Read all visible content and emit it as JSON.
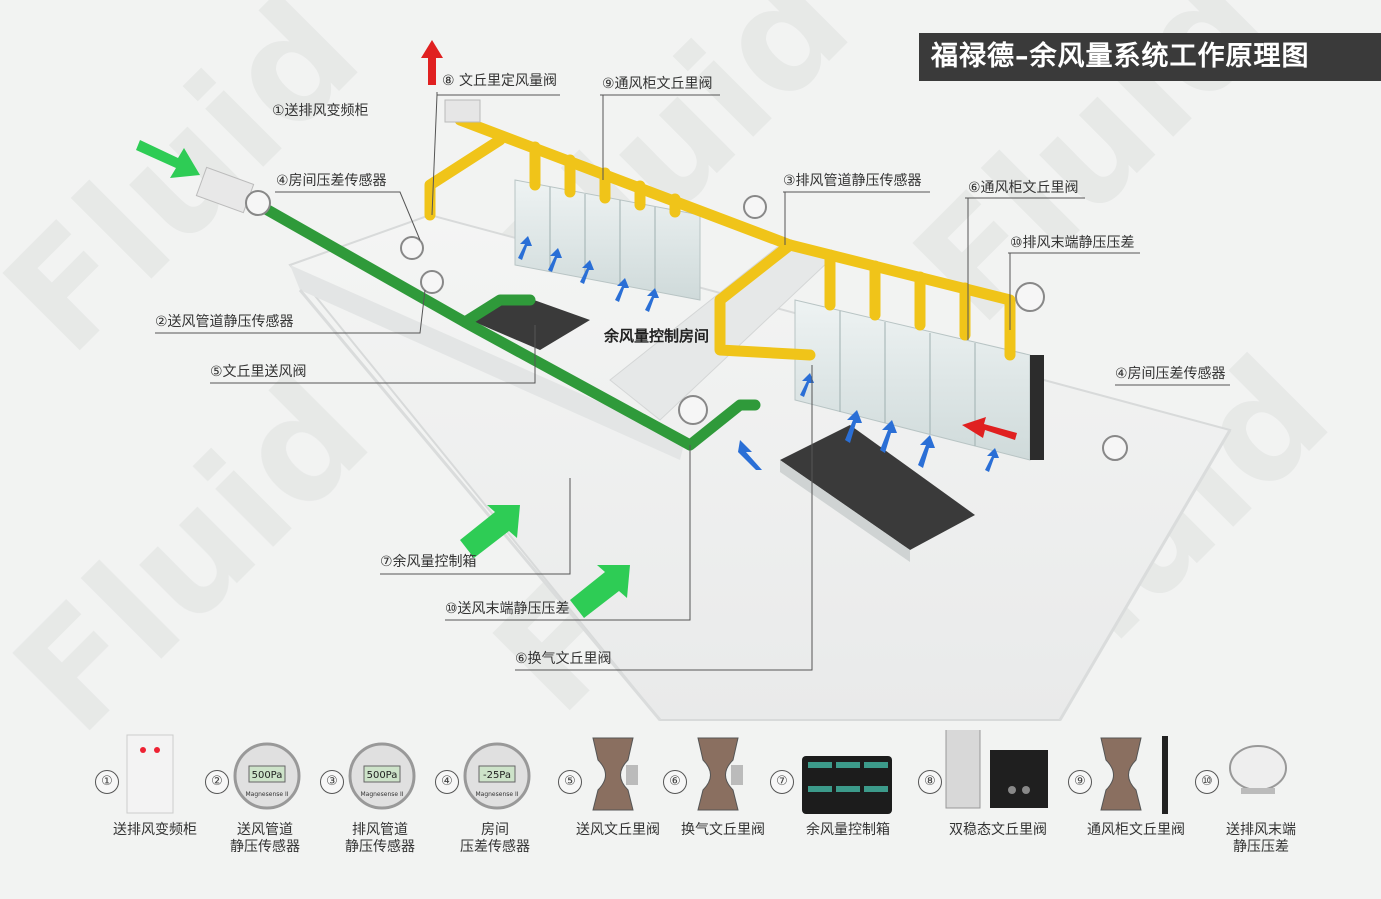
{
  "title": "福禄德–余风量系统工作原理图",
  "room_label": "余风量控制房间",
  "watermark": "Fluid",
  "callouts": [
    "⑧ 文丘里定风量阀",
    "⑨通风柜文丘里阀",
    "①送排风变频柜",
    "④房间压差传感器",
    "③排风管道静压传感器",
    "⑥通风柜文丘里阀",
    "⑩排风末端静压压差",
    "②送风管道静压传感器",
    "⑤文丘里送风阀",
    "④房间压差传感器",
    "⑦余风量控制箱",
    "⑩送风末端静压压差",
    "⑥换气文丘里阀"
  ],
  "legend": [
    {
      "num": "①",
      "label": [
        "送排风变频柜"
      ]
    },
    {
      "num": "②",
      "label": [
        "送风管道",
        "静压传感器"
      ],
      "readout": "500Pa",
      "brand": "Magnesense II"
    },
    {
      "num": "③",
      "label": [
        "排风管道",
        "静压传感器"
      ],
      "readout": "500Pa",
      "brand": "Magnesense II"
    },
    {
      "num": "④",
      "label": [
        "房间",
        "压差传感器"
      ],
      "readout": "-25Pa",
      "brand": "Magnesense II"
    },
    {
      "num": "⑤",
      "label": [
        "送风文丘里阀"
      ]
    },
    {
      "num": "⑥",
      "label": [
        "换气文丘里阀"
      ]
    },
    {
      "num": "⑦",
      "label": [
        "余风量控制箱"
      ]
    },
    {
      "num": "⑧",
      "label": [
        "双稳态文丘里阀"
      ]
    },
    {
      "num": "⑨",
      "label": [
        "通风柜文丘里阀"
      ]
    },
    {
      "num": "⑩",
      "label": [
        "送排风末端",
        "静压压差"
      ]
    }
  ],
  "colors": {
    "supply_duct": "#2f9a3a",
    "exhaust_duct": "#f0c419",
    "supply_arrow": "#2ecc55",
    "exhaust_arrow": "#e02020",
    "airflow_arrow": "#2a6fd6",
    "title_bg": "#3a3a3a"
  }
}
